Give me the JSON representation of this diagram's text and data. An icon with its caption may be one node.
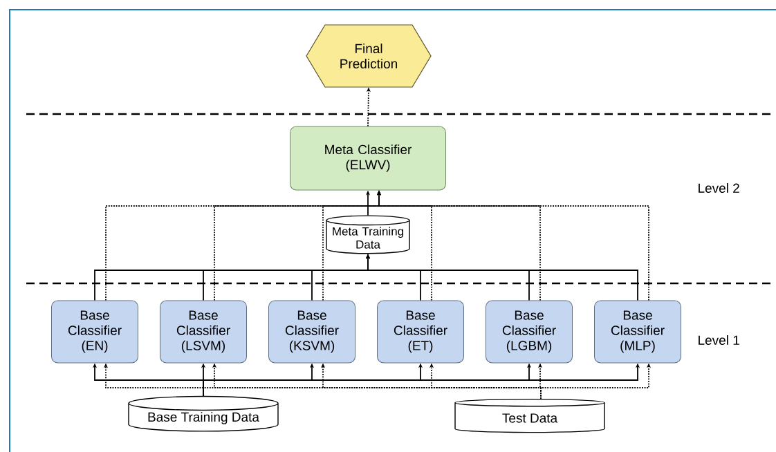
{
  "diagram": {
    "nodes": [
      {
        "text": [
          "Final Prediction"
        ]
      },
      {
        "text": [
          "Meta Classifier (ELWV)"
        ]
      },
      {
        "text": [
          "Meta Training Data"
        ]
      },
      {
        "text": [
          "Base Classifier (EN)"
        ]
      },
      {
        "text": [
          "Base Classifier (LSVM)"
        ]
      },
      {
        "text": [
          "Base Classifier (KSVM)"
        ]
      },
      {
        "text": [
          "Base Classifier (ET)"
        ]
      },
      {
        "text": [
          "Base Classifier (LGBM)"
        ]
      },
      {
        "text": [
          "Base Classifier (MLP)"
        ]
      },
      {
        "text": [
          "Base Training Data"
        ]
      },
      {
        "text": [
          "Test Data"
        ]
      }
    ],
    "edges": [
      {
        "from": 1,
        "to": 0,
        "arrow": "to",
        "style": "dashed"
      },
      {
        "from": 2,
        "to": 1,
        "arrow": "to"
      },
      {
        "from": 3,
        "to": 2,
        "arrow": "to"
      },
      {
        "from": 4,
        "to": 2,
        "arrow": "to"
      },
      {
        "from": 5,
        "to": 2,
        "arrow": "to"
      },
      {
        "from": 6,
        "to": 2,
        "arrow": "to"
      },
      {
        "from": 7,
        "to": 2,
        "arrow": "to"
      },
      {
        "from": 8,
        "to": 2,
        "arrow": "to"
      },
      {
        "from": 3,
        "to": 1,
        "arrow": "to",
        "style": "dashed"
      },
      {
        "from": 4,
        "to": 1,
        "arrow": "to",
        "style": "dashed"
      },
      {
        "from": 5,
        "to": 1,
        "arrow": "to",
        "style": "dashed"
      },
      {
        "from": 6,
        "to": 1,
        "arrow": "to",
        "style": "dashed"
      },
      {
        "from": 7,
        "to": 1,
        "arrow": "to",
        "style": "dashed"
      },
      {
        "from": 8,
        "to": 1,
        "arrow": "to",
        "style": "dashed"
      },
      {
        "from": 9,
        "to": 3,
        "arrow": "to"
      },
      {
        "from": 9,
        "to": 4,
        "arrow": "to"
      },
      {
        "from": 9,
        "to": 5,
        "arrow": "to"
      },
      {
        "from": 9,
        "to": 6,
        "arrow": "to"
      },
      {
        "from": 9,
        "to": 7,
        "arrow": "to"
      },
      {
        "from": 9,
        "to": 8,
        "arrow": "to"
      },
      {
        "from": 10,
        "to": 3,
        "arrow": "to",
        "style": "dashed"
      },
      {
        "from": 10,
        "to": 4,
        "arrow": "to",
        "style": "dashed"
      },
      {
        "from": 10,
        "to": 5,
        "arrow": "to",
        "style": "dashed"
      },
      {
        "from": 10,
        "to": 6,
        "arrow": "to",
        "style": "dashed"
      },
      {
        "from": 10,
        "to": 7,
        "arrow": "to",
        "style": "dashed"
      },
      {
        "from": 10,
        "to": 8,
        "arrow": "to",
        "style": "dashed"
      }
    ],
    "labels": [
      "Level 2",
      "Level 1"
    ]
  }
}
